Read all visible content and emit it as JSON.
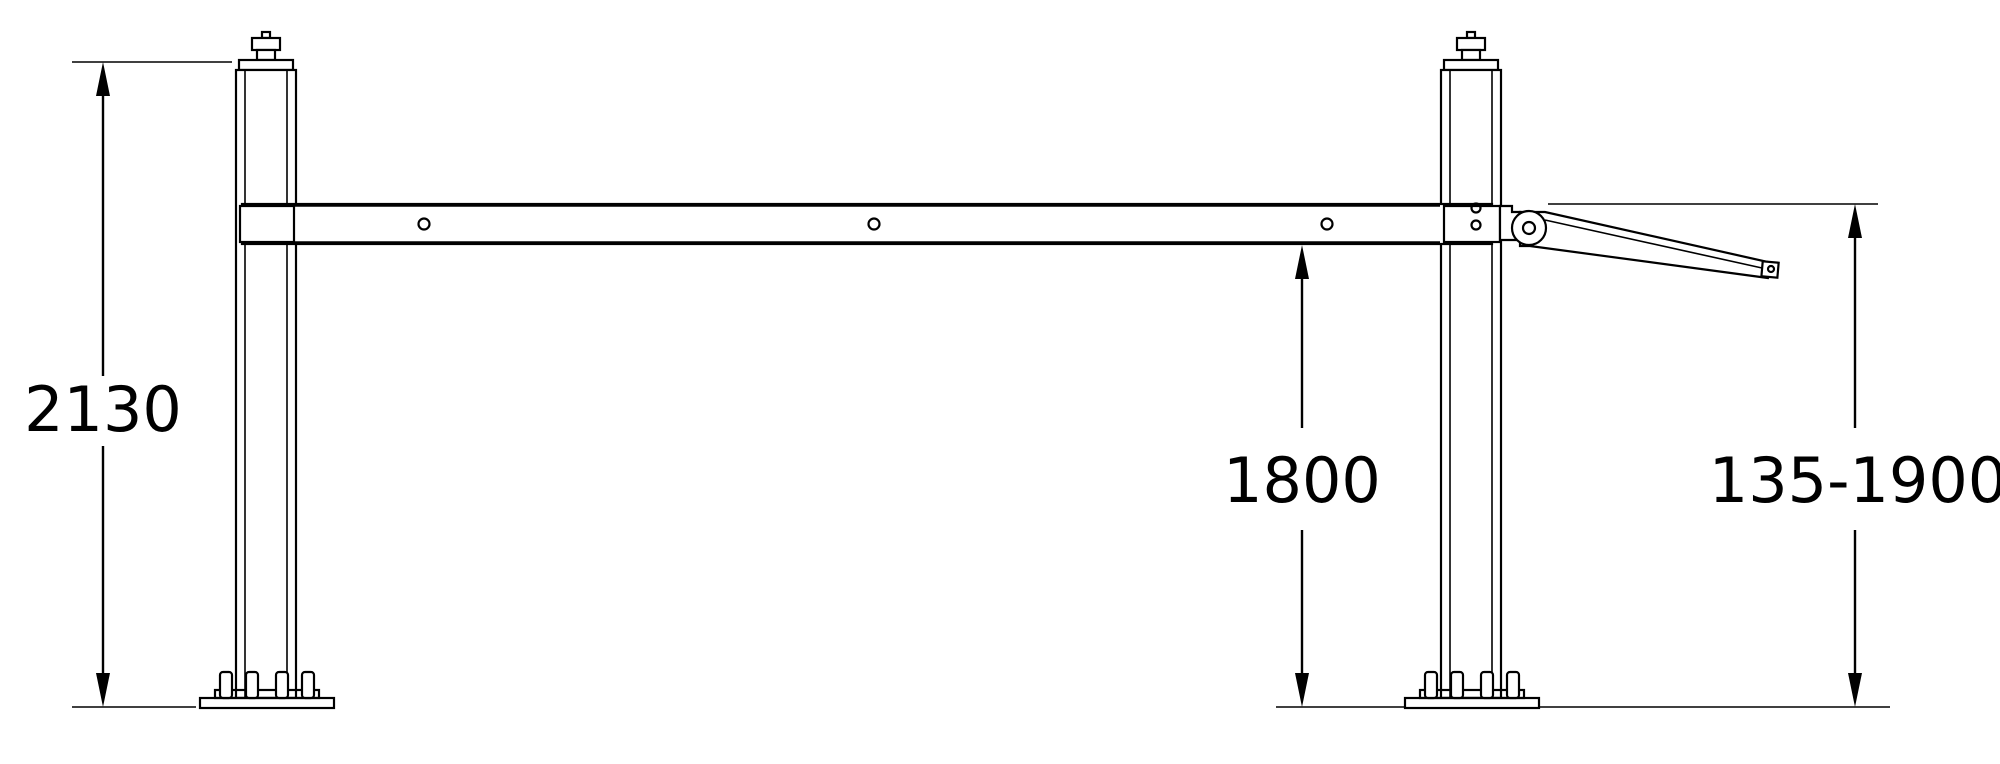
{
  "dimensions": {
    "overall_height": "2130",
    "beam_clearance": "1800",
    "arm_height_range": "135-1900"
  }
}
